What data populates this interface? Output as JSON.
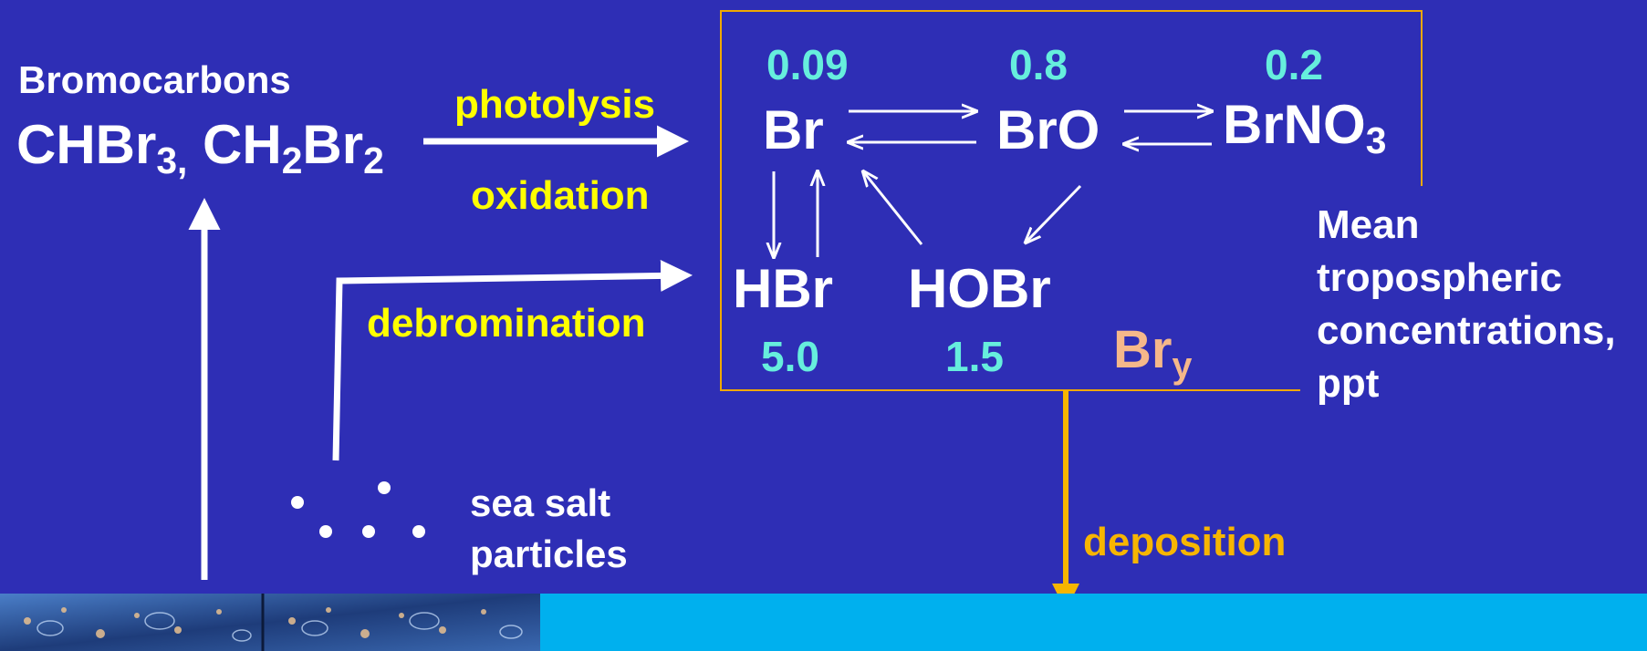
{
  "source": {
    "heading": "Bromocarbons",
    "f1_main": "CHBr",
    "f1_sub": "3,",
    "f2_main": "CH",
    "f2_sub1": "2",
    "f2_mid": "Br",
    "f2_sub2": "2"
  },
  "processes": {
    "photolysis": "photolysis",
    "oxidation": "oxidation",
    "debromination": "debromination",
    "deposition": "deposition"
  },
  "seasalt": {
    "line1": "sea salt",
    "line2": "particles"
  },
  "species": {
    "br": {
      "label": "Br",
      "value": "0.09"
    },
    "bro": {
      "label": "BrO",
      "value": "0.8"
    },
    "brno3": {
      "label_main": "BrNO",
      "label_sub": "3",
      "value": "0.2"
    },
    "hbr": {
      "label": "HBr",
      "value": "5.0"
    },
    "hobr": {
      "label": "HOBr",
      "value": "1.5"
    }
  },
  "bry": {
    "main": "Br",
    "sub": "y"
  },
  "legend": {
    "line1": "Mean",
    "line2": "tropospheric",
    "line3": "concentrations,",
    "line4": "ppt"
  },
  "colors": {
    "background": "#2e2eb5",
    "label_yellow": "#ffff00",
    "value_cyan": "#66eedd",
    "box_border": "#f0a800",
    "deposition_orange": "#f7b500",
    "bry_peach": "#f5b88a",
    "ocean": "#00b0ee"
  }
}
